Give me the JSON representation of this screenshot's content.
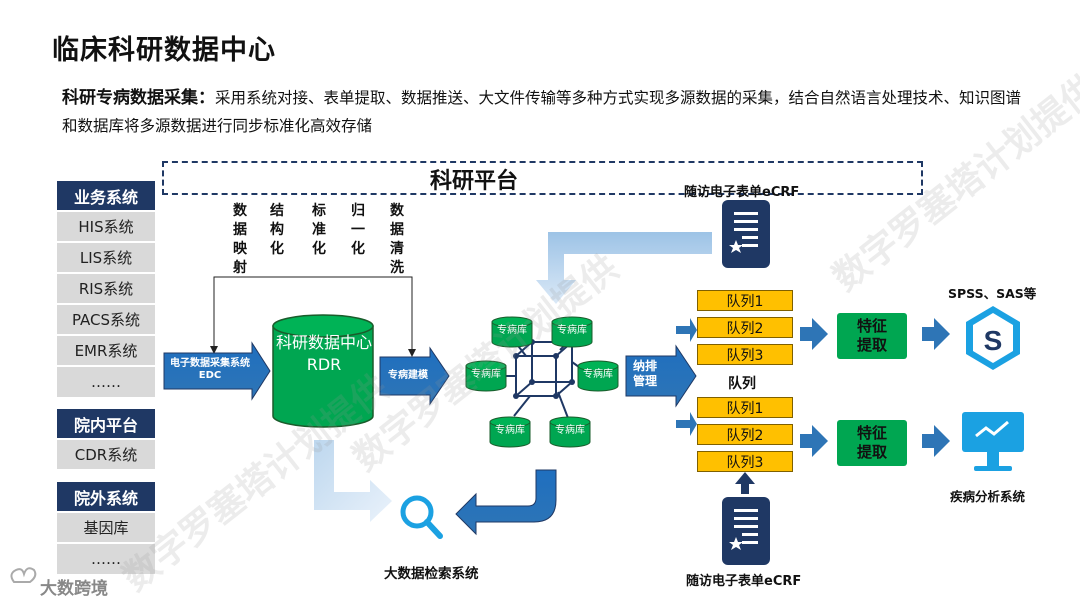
{
  "title": "临床科研数据中心",
  "intro": {
    "heading": "科研专病数据采集：",
    "text": "采用系统对接、表单提取、数据推送、大文件传输等多种方式实现多源数据的采集，结合自然语言处理技术、知识图谱和数据库将多源数据进行同步标准化高效存储"
  },
  "platform_label": "科研平台",
  "left_panel": {
    "business": {
      "heading": "业务系统",
      "items": [
        "HIS系统",
        "LIS系统",
        "RIS系统",
        "PACS系统",
        "EMR系统",
        "……"
      ]
    },
    "internal": {
      "heading": "院内平台",
      "items": [
        "CDR系统"
      ]
    },
    "external": {
      "heading": "院外系统",
      "items": [
        "基因库",
        "……"
      ]
    }
  },
  "processing_steps": [
    "数据映射",
    "结构化",
    "标准化",
    "归一化",
    "数据清洗"
  ],
  "arrows": {
    "edc": "电子数据采集系统EDC",
    "disease_build": "专病建模",
    "admission": "纳排管理"
  },
  "rdr_label": "科研数据中心RDR",
  "disease_db_label": "专病库",
  "ecrf_top": "随访电子表单eCRF",
  "ecrf_bottom": "随访电子表单eCRF",
  "queues_top": [
    "队列1",
    "队列2",
    "队列3"
  ],
  "queue_label": "队列",
  "queues_bottom": [
    "队列1",
    "队列2",
    "队列3"
  ],
  "feature_label": "特征提取",
  "spss_label": "SPSS、SAS等",
  "disease_analysis_label": "疾病分析系统",
  "search_label": "大数据检索系统",
  "footer_logo": "大数跨境",
  "watermark_text": "数字罗塞塔计划提供",
  "colors": {
    "navy": "#1f3864",
    "blue": "#2e75b6",
    "green": "#00a651",
    "gold": "#ffc000",
    "gray": "#d9d9d9"
  }
}
